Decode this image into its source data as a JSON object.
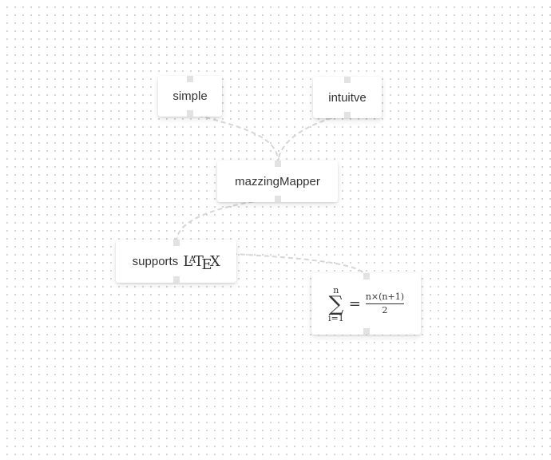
{
  "nodes": {
    "simple": {
      "label": "simple"
    },
    "intuitve": {
      "label": "intuitve"
    },
    "mazzing": {
      "label": "mazzingMapper"
    },
    "latex": {
      "label": "supports",
      "latex_l": "L",
      "latex_a": "A",
      "latex_t": "T",
      "latex_e": "E",
      "latex_x": "X"
    },
    "formula": {
      "sum_upper": "n",
      "sum_symbol": "∑",
      "sum_lower": "i=1",
      "equals": "=",
      "numerator": "n×(n+1)",
      "denominator": "2"
    }
  },
  "colors": {
    "edge": "#d6d6d6",
    "port": "#e2e2e2",
    "node_bg": "#ffffff",
    "text": "#333333"
  }
}
